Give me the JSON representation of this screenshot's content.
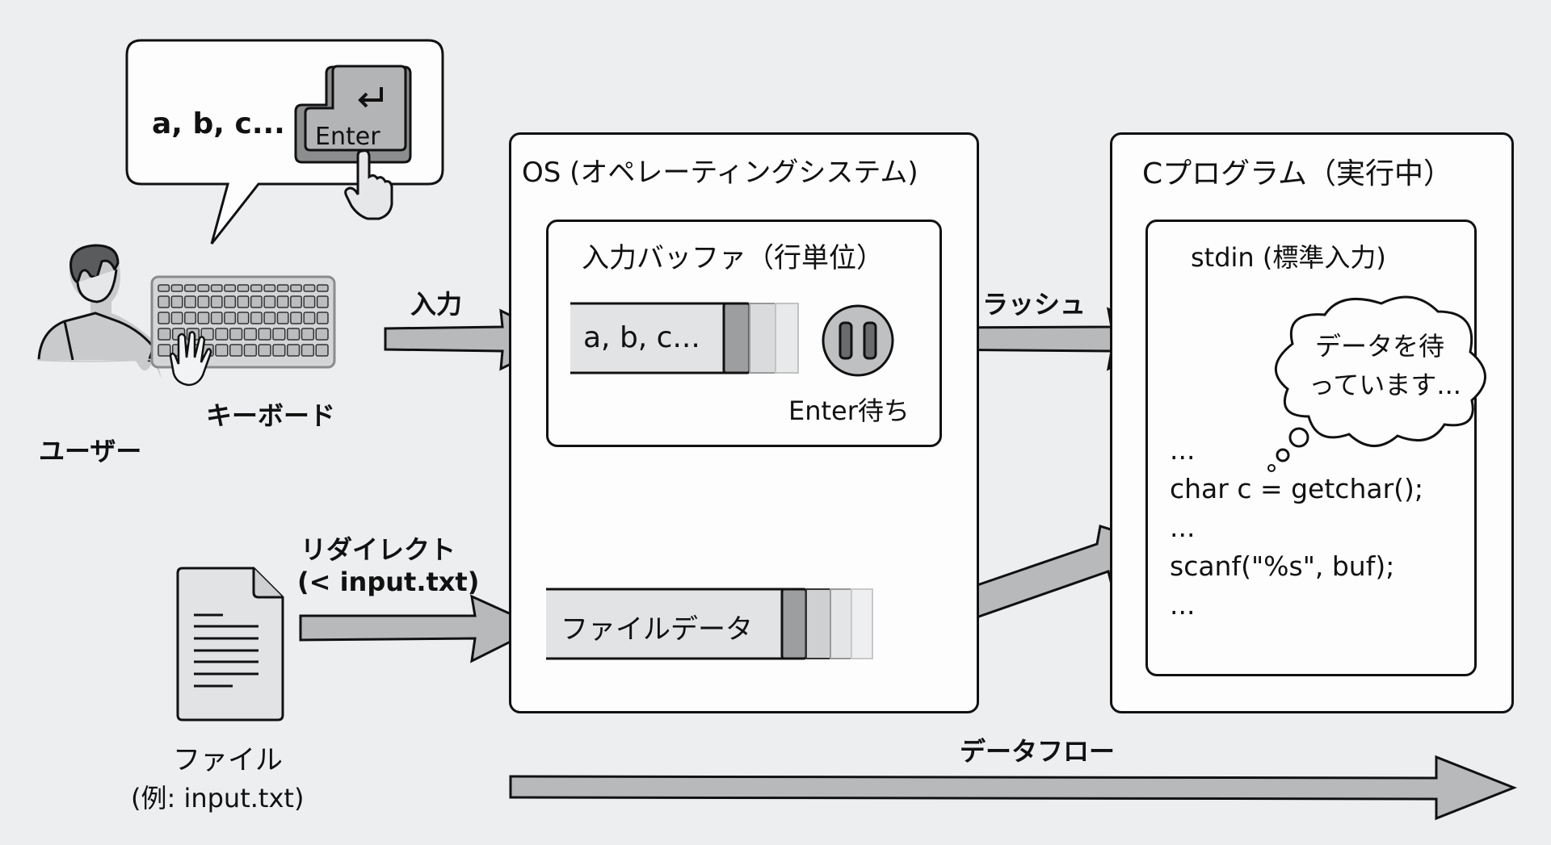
{
  "user": {
    "label": "ユーザー",
    "speech_bubble_text": "a, b, c...",
    "enter_key_label": "Enter",
    "keyboard_label": "キーボード"
  },
  "arrows": {
    "input_label": "入力",
    "flush_label": "フラッシュ",
    "redirect_label": "リダイレクト",
    "redirect_command": "(< input.txt)",
    "dataflow_label": "データフロー"
  },
  "os": {
    "title": "OS (オペレーティングシステム)",
    "buffer_title": "入力バッファ（行単位）",
    "buffer_content": "a, b, c...",
    "wait_label": "Enter待ち",
    "file_data_label": "ファイルデータ"
  },
  "program": {
    "title": "Cプログラム（実行中）",
    "stdin_title": "stdin (標準入力)",
    "thought_text_line1": "データを待",
    "thought_text_line2": "っています...",
    "code_lines": [
      "...",
      "char c = getchar();",
      "...",
      "scanf(\"%s\", buf);",
      "..."
    ]
  },
  "file": {
    "label": "ファイル",
    "example": "(例: input.txt)"
  },
  "colors": {
    "background": "#eceef0",
    "arrow_fill": "#b8b9bb",
    "stroke": "#111111"
  }
}
